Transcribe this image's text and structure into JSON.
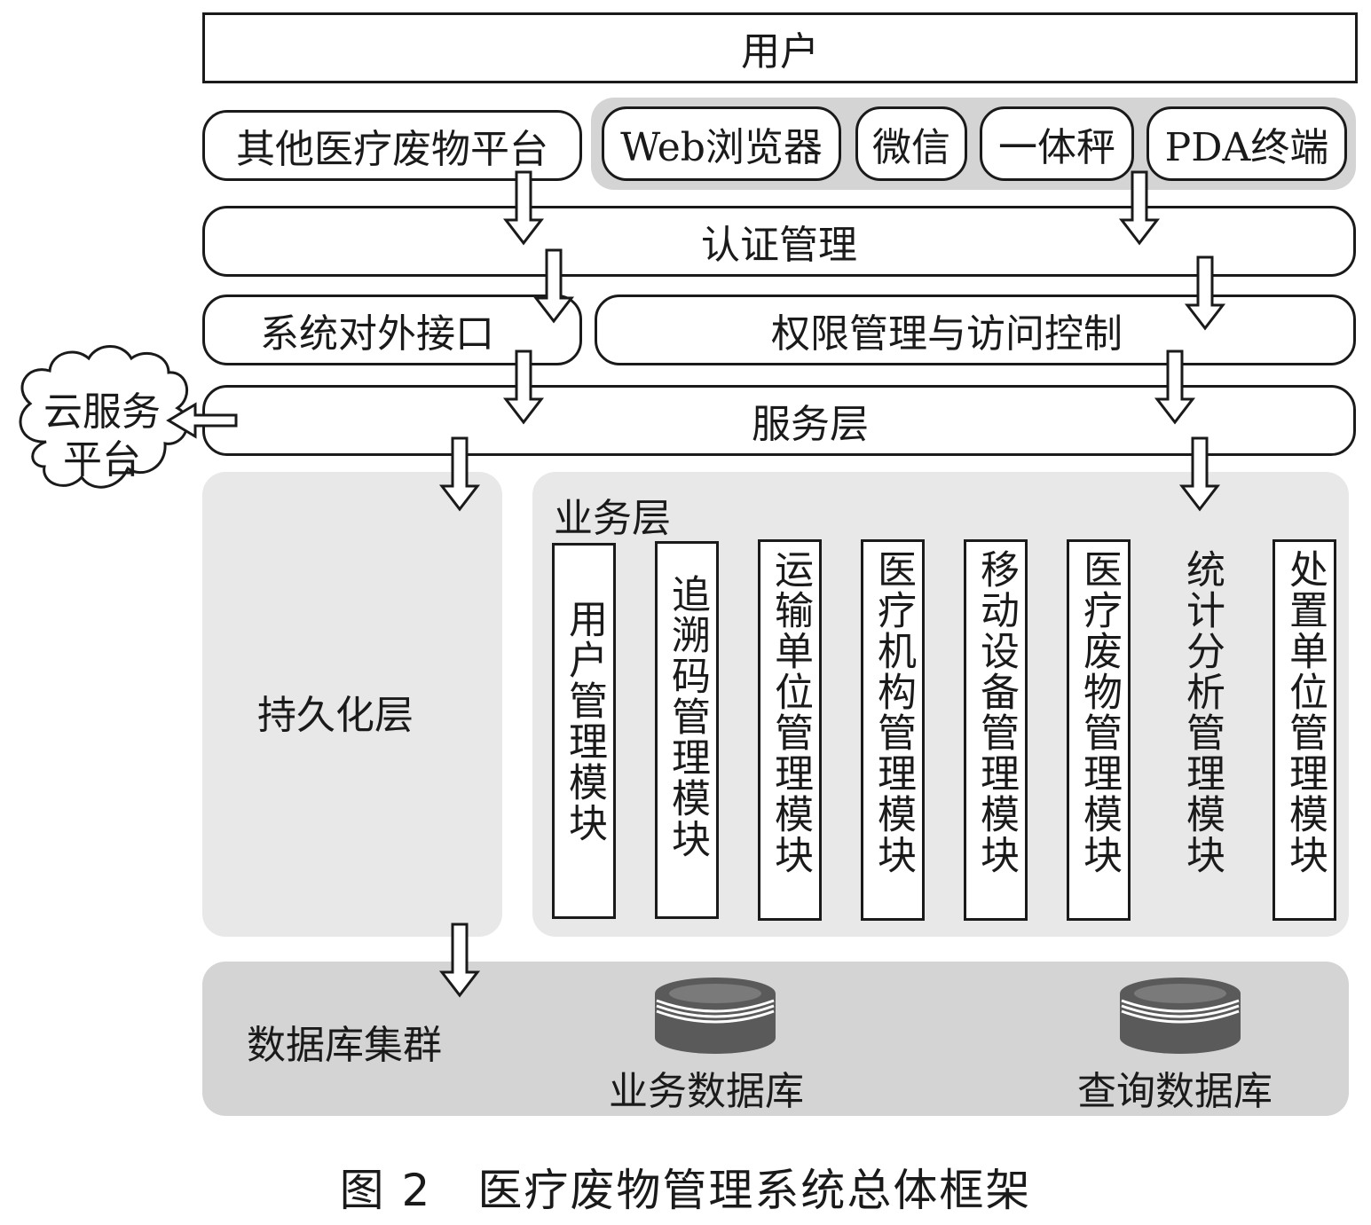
{
  "user_label": "用户",
  "other_platform_label": "其他医疗废物平台",
  "clients": [
    "Web浏览器",
    "微信",
    "一体秤",
    "PDA终端"
  ],
  "auth_label": "认证管理",
  "external_interface_label": "系统对外接口",
  "permission_label": "权限管理与访问控制",
  "service_layer_label": "服务层",
  "cloud_label_line1": "云服务",
  "cloud_label_line2": "平台",
  "persistence_label": "持久化层",
  "business_layer_label": "业务层",
  "modules": [
    {
      "label": "用户管理模块",
      "boxed": true
    },
    {
      "label": "追溯码管理模块",
      "boxed": true
    },
    {
      "label": "运输单位管理模块",
      "boxed": true
    },
    {
      "label": "医疗机构管理模块",
      "boxed": true
    },
    {
      "label": "移动设备管理模块",
      "boxed": true
    },
    {
      "label": "医疗废物管理模块",
      "boxed": true
    },
    {
      "label": "统计分析管理模块",
      "boxed": false
    },
    {
      "label": "处置单位管理模块",
      "boxed": true
    }
  ],
  "db_cluster_label": "数据库集群",
  "db_business_label": "业务数据库",
  "db_query_label": "查询数据库",
  "caption": "图 2　医疗废物管理系统总体框架",
  "colors": {
    "panel_grey": "#e8e8e8",
    "db_grey": "#d4d4d4",
    "db_body": "#5a5a5a",
    "stroke": "#1a1a1a"
  }
}
